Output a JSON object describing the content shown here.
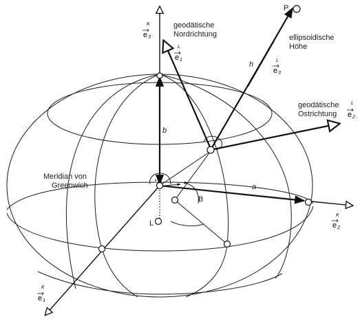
{
  "labels": {
    "north_dir": [
      "geodätische",
      "Nordrichtung"
    ],
    "ellipsoid_height": [
      "ellipsoidische",
      "Höhe"
    ],
    "east_dir": [
      "geodätische",
      "Ostrichtung"
    ],
    "greenwich": [
      "Meridian von",
      "Greenwich"
    ],
    "point_p": "P",
    "b": "b",
    "a": "a",
    "h": "h",
    "B": "B",
    "L": "L"
  },
  "vectors": {
    "eK3": {
      "sup": "K",
      "base": "e",
      "sub": "3"
    },
    "eL1": {
      "sup": "L",
      "base": "e",
      "sub": "1"
    },
    "eL3": {
      "sup": "L",
      "base": "e",
      "sub": "3"
    },
    "eL2": {
      "sup": "L",
      "base": "e",
      "sub": "2"
    },
    "eK2": {
      "sup": "K",
      "base": "e",
      "sub": "2"
    },
    "eK1": {
      "sup": "K",
      "base": "e",
      "sub": "1"
    }
  }
}
